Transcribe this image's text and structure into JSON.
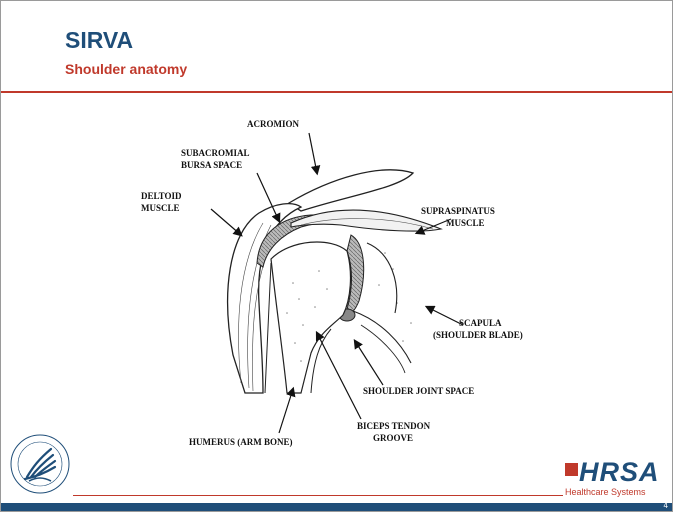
{
  "header": {
    "title": "SIRVA",
    "subtitle": "Shoulder anatomy"
  },
  "diagram": {
    "labels": {
      "acromion": "ACROMION",
      "subacromial_line1": "SUBACROMIAL",
      "subacromial_line2": "BURSA SPACE",
      "deltoid_line1": "DELTOID",
      "deltoid_line2": "MUSCLE",
      "supraspinatus_line1": "SUPRASPINATUS",
      "supraspinatus_line2": "MUSCLE",
      "scapula_line1": "SCAPULA",
      "scapula_line2": "(SHOULDER BLADE)",
      "shoulder_joint": "SHOULDER JOINT SPACE",
      "humerus": "HUMERUS (ARM BONE)",
      "biceps_line1": "BICEPS TENDON",
      "biceps_line2": "GROOVE"
    }
  },
  "footer": {
    "hrsa_name": "HRSA",
    "hrsa_tagline": "Healthcare Systems",
    "page_number": "4"
  },
  "icons": {
    "hhs_seal": "hhs-eagle-seal-icon",
    "hrsa_logo": "hrsa-logo-icon"
  },
  "colors": {
    "title": "#1f4e79",
    "subtitle": "#c0392b",
    "rule": "#c0392b",
    "footer_bar": "#1f4e79"
  }
}
